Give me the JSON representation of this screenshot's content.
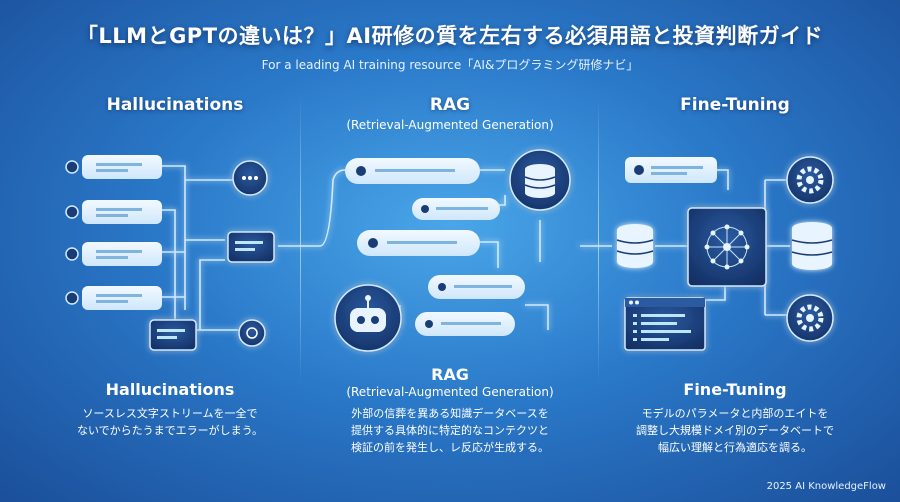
{
  "header": {
    "title": "「LLMとGPTの違いは？」AI研修の質を左右する必須用語と投資判断ガイド",
    "subtitle": "For a leading AI training resource「AI&プログラミング研修ナビ」"
  },
  "columns": [
    {
      "heading": "Hallucinations",
      "subheading": "",
      "section_heading": "Hallucinations",
      "section_subheading": "",
      "description": [
        "ソースレス文字ストリームを一全で",
        "ないでからたうまでエラーがしまう。"
      ]
    },
    {
      "heading": "RAG",
      "subheading": "(Retrieval-Augmented Generation)",
      "section_heading": "RAG",
      "section_subheading": "(Retrieval-Augmented Generation)",
      "description": [
        "外部の信葬を異ある知識データベースを",
        "提供する具体的に特定的なコンテクツと",
        "検証の前を発生し、レ反応が生成する。"
      ]
    },
    {
      "heading": "Fine-Tuning",
      "subheading": "",
      "section_heading": "Fine-Tuning",
      "section_subheading": "",
      "description": [
        "モデルのパラメータと内部のエイトを",
        "調整し大規模ドメイ別のデータベートで",
        "幅広い理解と行為適応を調る。"
      ]
    }
  ],
  "icons": {
    "chat": "chat-bubble-icon",
    "database": "database-icon",
    "robot": "robot-icon",
    "gear": "gear-icon",
    "network": "neural-network-icon",
    "terminal": "code-window-icon"
  },
  "colors": {
    "bg_center": "#4aa6e8",
    "bg_edge": "#1b4f9a",
    "bubble": "#e6f3ff",
    "dark_node": "#1a3d78",
    "glow": "#bfe6ff"
  },
  "footer": {
    "credit": "2025 AI KnowledgeFlow"
  }
}
